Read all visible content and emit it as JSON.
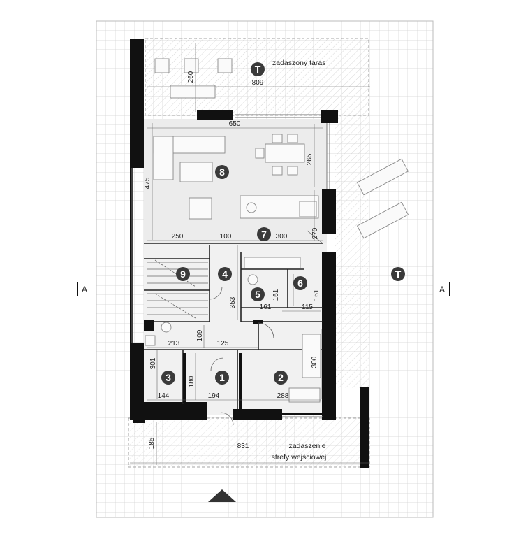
{
  "terrace": {
    "label": "zadaszony taras",
    "badge": "T",
    "dim_depth": "260",
    "dim_width": "809"
  },
  "side_terrace": {
    "badge": "T"
  },
  "entrance": {
    "label_line1": "zadaszenie",
    "label_line2": "strefy wejściowej",
    "dim_width": "831",
    "dim_depth": "185"
  },
  "section_marks": {
    "left": "A",
    "right": "A"
  },
  "rooms": [
    {
      "badge": "1"
    },
    {
      "badge": "2"
    },
    {
      "badge": "3"
    },
    {
      "badge": "4"
    },
    {
      "badge": "5"
    },
    {
      "badge": "6"
    },
    {
      "badge": "7"
    },
    {
      "badge": "8"
    },
    {
      "badge": "9"
    }
  ],
  "dimensions": {
    "living_width": "650",
    "living_depth": "475",
    "dining_depth": "265",
    "kitchen_depth": "270",
    "hall_a": "250",
    "hall_b": "100",
    "hall_c": "300",
    "hall_depth": "353",
    "bath_w": "161",
    "bath_h": "161",
    "wc_w": "115",
    "wc_h": "161",
    "corridor_a": "213",
    "corridor_b": "109",
    "corridor_c": "125",
    "room3_h": "301",
    "room3_w": "144",
    "room1_h": "180",
    "room1_w": "194",
    "room2_w": "288",
    "room2_h": "300"
  }
}
